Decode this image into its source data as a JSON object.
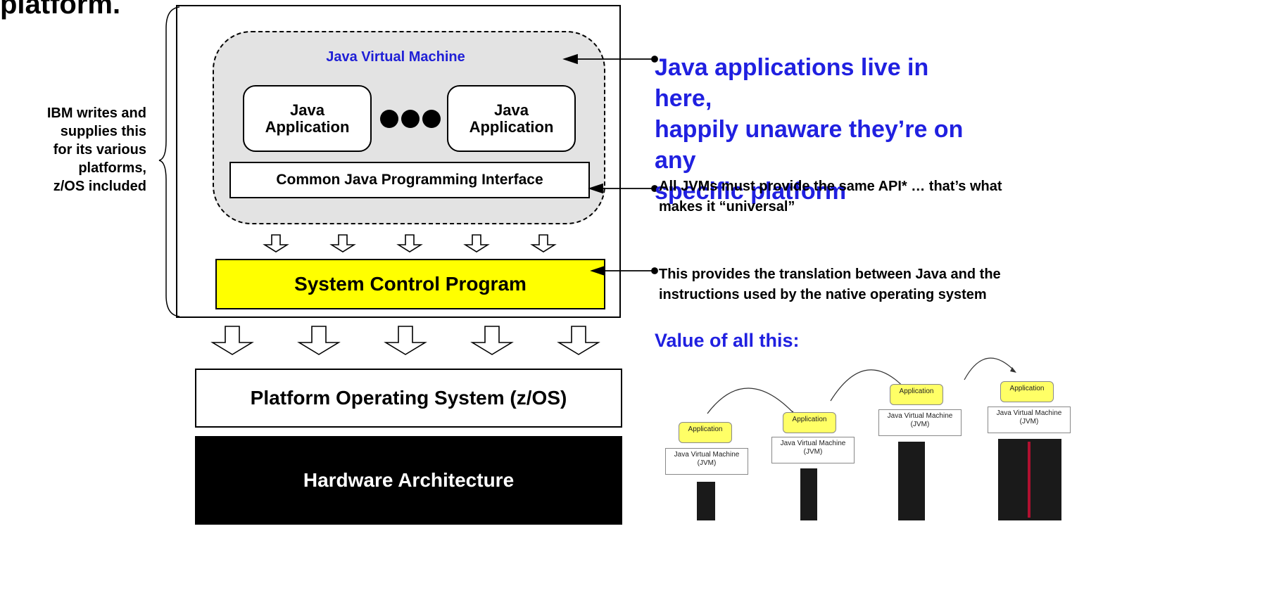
{
  "heading": "platform.",
  "side_note": [
    "IBM writes and",
    "supplies this",
    "for its various",
    "platforms,",
    "z/OS included"
  ],
  "jvm": {
    "label": "Java Virtual Machine",
    "app_1": [
      "Java",
      "Application"
    ],
    "app_2": [
      "Java",
      "Application"
    ],
    "api_label": "Common Java Programming Interface"
  },
  "scp_label": "System Control Program",
  "os_label": "Platform Operating System (z/OS)",
  "hardware_label": "Hardware Architecture",
  "callouts": {
    "jvm": [
      "Java applications live in here,",
      "happily unaware they’re on any",
      "specific platform"
    ],
    "api": [
      "All JVMs must provide the same API* … that’s what",
      "makes it “universal”"
    ],
    "scp": [
      "This provides the translation between Java and the",
      "instructions used by the native operating system"
    ]
  },
  "value_heading": "Value of all this:",
  "illustration": {
    "app_label": "Application",
    "jvm_label": [
      "Java Virtual Machine",
      "(JVM)"
    ]
  },
  "colors": {
    "accent_blue": "#2020e0",
    "jvm_label_blue": "#1f1fd6",
    "scp_fill": "#ffff00",
    "jvm_fill": "#e3e3e3",
    "hardware_fill": "#000000"
  }
}
